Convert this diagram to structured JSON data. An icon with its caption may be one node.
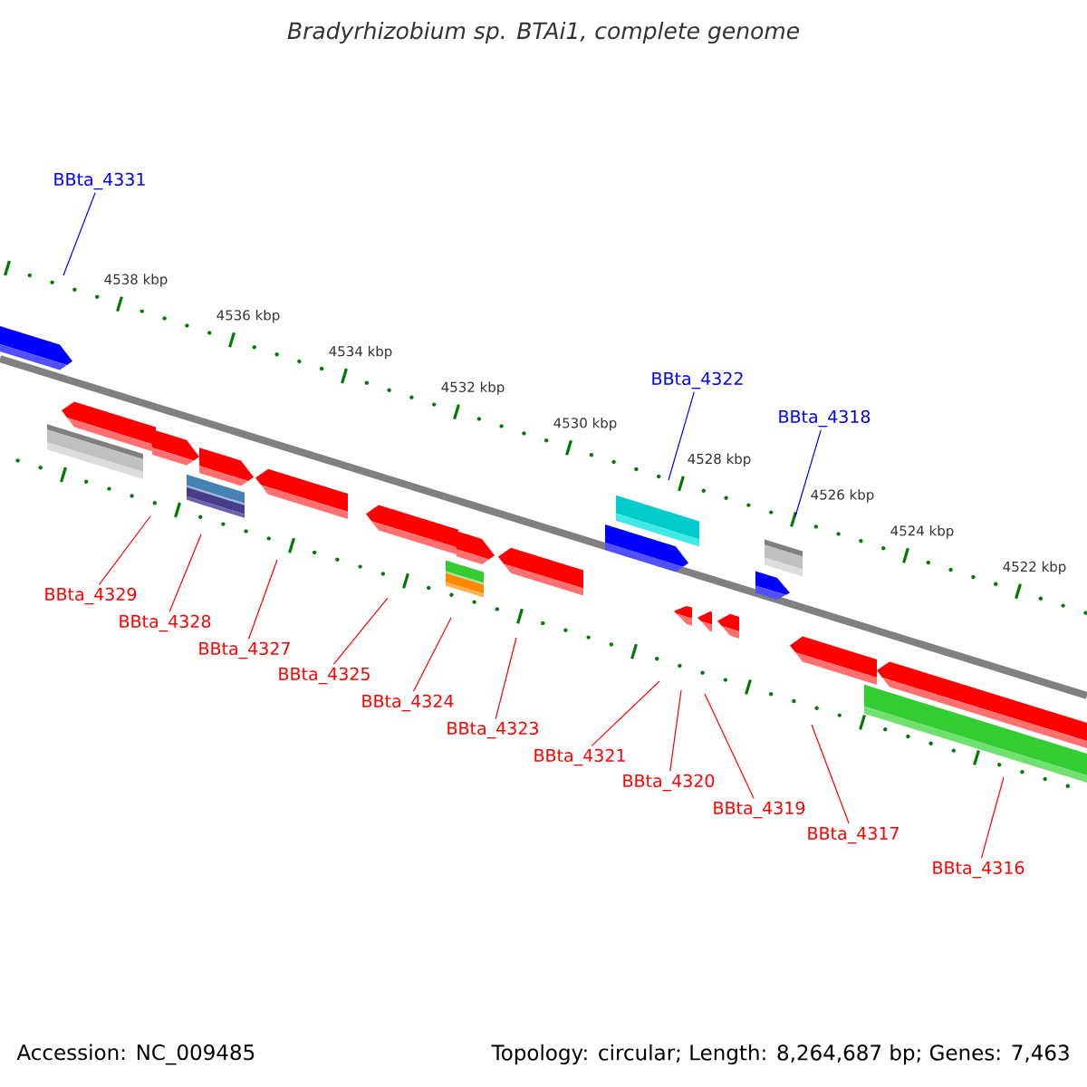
{
  "diagram": {
    "title": "Bradyrhizobium sp. BTAi1, complete genome",
    "nodes": [
      {
        "text": [
          "BBta_4331"
        ]
      },
      {
        "text": [
          "BBta_4322"
        ]
      },
      {
        "text": [
          "BBta_4318"
        ]
      },
      {
        "text": [
          "BBta_4329"
        ]
      },
      {
        "text": [
          "BBta_4328"
        ]
      },
      {
        "text": [
          "BBta_4327"
        ]
      },
      {
        "text": [
          "BBta_4325"
        ]
      },
      {
        "text": [
          "BBta_4324"
        ]
      },
      {
        "text": [
          "BBta_4323"
        ]
      },
      {
        "text": [
          "BBta_4321"
        ]
      },
      {
        "text": [
          "BBta_4320"
        ]
      },
      {
        "text": [
          "BBta_4319"
        ]
      },
      {
        "text": [
          "BBta_4317"
        ]
      },
      {
        "text": [
          "BBta_4316"
        ]
      }
    ],
    "edges": [
      {
        "from": 0,
        "to": null,
        "arrow": "none",
        "color": "#0000ff"
      },
      {
        "from": 1,
        "to": null,
        "arrow": "none",
        "color": "#0000ff"
      },
      {
        "from": 2,
        "to": null,
        "arrow": "none",
        "color": "#0000ff"
      },
      {
        "from": 3,
        "to": null,
        "arrow": "none"
      },
      {
        "from": 4,
        "to": null,
        "arrow": "none"
      },
      {
        "from": 5,
        "to": null,
        "arrow": "none"
      },
      {
        "from": 6,
        "to": null,
        "arrow": "none"
      },
      {
        "from": 7,
        "to": null,
        "arrow": "none"
      },
      {
        "from": 8,
        "to": null,
        "arrow": "none"
      },
      {
        "from": 9,
        "to": null,
        "arrow": "none"
      },
      {
        "from": 10,
        "to": null,
        "arrow": "none"
      },
      {
        "from": 11,
        "to": null,
        "arrow": "none"
      },
      {
        "from": 12,
        "to": null,
        "arrow": "none"
      },
      {
        "from": 13,
        "to": null,
        "arrow": "none"
      }
    ],
    "labels": [
      "4538 kbp",
      "4536 kbp",
      "4534 kbp",
      "4532 kbp",
      "4530 kbp",
      "4528 kbp",
      "4526 kbp",
      "4524 kbp",
      "4522 kbp",
      "Accession: NC_009485",
      "Topology: circular; Length: 8,264,687 bp; Genes: 7,463"
    ]
  }
}
